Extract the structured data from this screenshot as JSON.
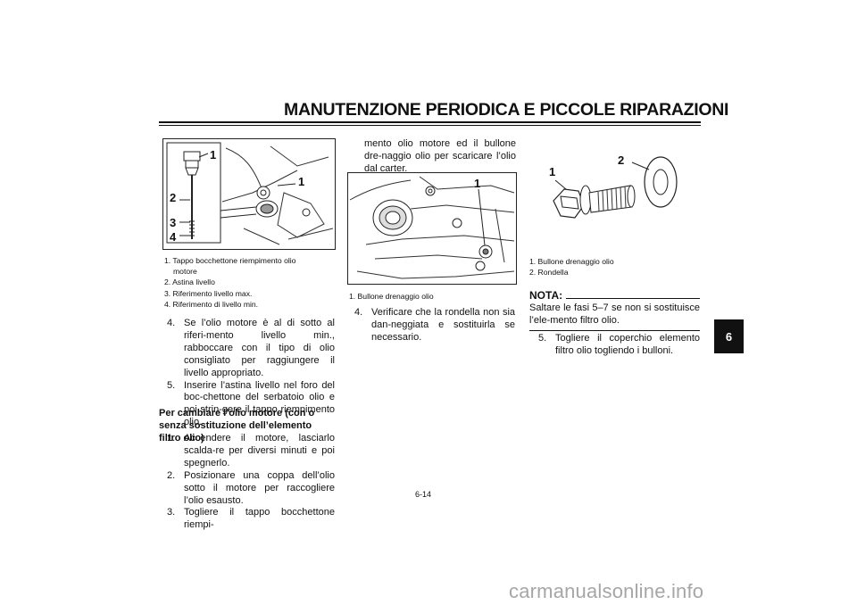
{
  "header": {
    "title": "MANUTENZIONE PERIODICA E PICCOLE RIPARAZIONI"
  },
  "chapter_tab": "6",
  "figure1": {
    "callouts": [
      "1",
      "2",
      "3",
      "4",
      "1"
    ],
    "caption": [
      "1. Tappo bocchettone riempimento olio",
      "motore",
      "2. Astina livello",
      "3. Riferimento livello max.",
      "4. Riferimento di livello min."
    ]
  },
  "col1": {
    "steps_a": [
      {
        "num": "4.",
        "text": "Se l’olio motore è al di sotto al riferi-mento livello min., rabboccare con il tipo di olio consigliato per raggiungere il livello appropriato."
      },
      {
        "num": "5.",
        "text": "Inserire l’astina livello nel foro del boc-chettone del serbatoio olio e poi strin-gere il tappo riempimento olio."
      }
    ],
    "heading": "Per cambiare l’olio motore (con o senza sostituzione dell’elemento filtro olio)",
    "steps_b": [
      {
        "num": "1.",
        "text": "Accendere il motore, lasciarlo scalda-re per diversi minuti e poi spegnerlo."
      },
      {
        "num": "2.",
        "text": "Posizionare una coppa dell’olio sotto il motore per raccogliere l’olio esausto."
      },
      {
        "num": "3.",
        "text": "Togliere il tappo bocchettone riempi-"
      }
    ]
  },
  "col2": {
    "continuation": "mento olio motore ed il bullone dre-naggio olio per scaricare l’olio dal carter.",
    "figure2": {
      "callout": "1",
      "caption": "1. Bullone drenaggio olio"
    },
    "step": {
      "num": "4.",
      "text": "Verificare che la rondella non sia dan-neggiata e sostituirla se necessario."
    }
  },
  "col3": {
    "figure3": {
      "callouts": [
        "1",
        "2"
      ],
      "caption": [
        "1. Bullone drenaggio olio",
        "2. Rondella"
      ]
    },
    "nota_label": "NOTA:",
    "nota_text": "Saltare le fasi 5–7 se non si sostituisce l’ele-mento filtro olio.",
    "step": {
      "num": "5.",
      "text": "Togliere il coperchio elemento filtro olio togliendo i bulloni."
    }
  },
  "footer": {
    "page_number": "6-14",
    "watermark": "carmanualsonline.info"
  }
}
